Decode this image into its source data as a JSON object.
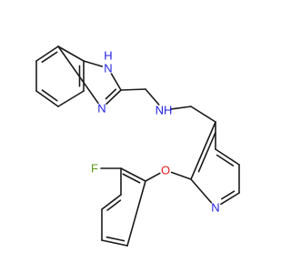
{
  "molecule": {
    "colors": {
      "bond": "#1a1a1a",
      "N": "#1f1fe0",
      "O": "#e01f1f",
      "F": "#5a9a1a",
      "C": "#1a1a1a"
    },
    "atoms": [
      {
        "id": "bzi_c4",
        "el": "C"
      },
      {
        "id": "bzi_c5",
        "el": "C"
      },
      {
        "id": "bzi_c6",
        "el": "C"
      },
      {
        "id": "bzi_c7",
        "el": "C"
      },
      {
        "id": "bzi_c7a",
        "el": "C"
      },
      {
        "id": "bzi_c3a",
        "el": "C"
      },
      {
        "id": "bzi_n1",
        "el": "N",
        "label": "N",
        "hlabel": "H"
      },
      {
        "id": "bzi_c2",
        "el": "C"
      },
      {
        "id": "bzi_n3",
        "el": "N",
        "label": "N"
      },
      {
        "id": "ch2_a",
        "el": "C"
      },
      {
        "id": "nh",
        "el": "N",
        "label": "NH"
      },
      {
        "id": "ch2_b",
        "el": "C"
      },
      {
        "id": "py_c3",
        "el": "C"
      },
      {
        "id": "py_c4",
        "el": "C"
      },
      {
        "id": "py_c5",
        "el": "C"
      },
      {
        "id": "py_c6",
        "el": "C"
      },
      {
        "id": "py_n1",
        "el": "N",
        "label": "N"
      },
      {
        "id": "py_c2",
        "el": "C"
      },
      {
        "id": "o",
        "el": "O",
        "label": "O"
      },
      {
        "id": "ph_c1",
        "el": "C"
      },
      {
        "id": "ph_c2",
        "el": "C"
      },
      {
        "id": "f",
        "el": "F",
        "label": "F"
      },
      {
        "id": "ph_c3",
        "el": "C"
      },
      {
        "id": "ph_c4",
        "el": "C"
      },
      {
        "id": "ph_c5",
        "el": "C"
      },
      {
        "id": "ph_c6",
        "el": "C"
      }
    ],
    "bonds": [
      {
        "a": "bzi_c4",
        "b": "bzi_c5",
        "order": 1
      },
      {
        "a": "bzi_c5",
        "b": "bzi_c6",
        "order": 2
      },
      {
        "a": "bzi_c6",
        "b": "bzi_c7",
        "order": 1
      },
      {
        "a": "bzi_c7",
        "b": "bzi_c7a",
        "order": 2
      },
      {
        "a": "bzi_c7a",
        "b": "bzi_c3a",
        "order": 1
      },
      {
        "a": "bzi_c3a",
        "b": "bzi_c4",
        "order": 2
      },
      {
        "a": "bzi_c7a",
        "b": "bzi_n1",
        "order": 1
      },
      {
        "a": "bzi_n1",
        "b": "bzi_c2",
        "order": 1
      },
      {
        "a": "bzi_c2",
        "b": "bzi_n3",
        "order": 2
      },
      {
        "a": "bzi_n3",
        "b": "bzi_c3a",
        "order": 1
      },
      {
        "a": "bzi_c2",
        "b": "ch2_a",
        "order": 1
      },
      {
        "a": "ch2_a",
        "b": "nh",
        "order": 1
      },
      {
        "a": "nh",
        "b": "ch2_b",
        "order": 1
      },
      {
        "a": "ch2_b",
        "b": "py_c3",
        "order": 1
      },
      {
        "a": "py_c3",
        "b": "py_c4",
        "order": 1
      },
      {
        "a": "py_c4",
        "b": "py_c5",
        "order": 2
      },
      {
        "a": "py_c5",
        "b": "py_c6",
        "order": 1
      },
      {
        "a": "py_c6",
        "b": "py_n1",
        "order": 2
      },
      {
        "a": "py_n1",
        "b": "py_c2",
        "order": 1
      },
      {
        "a": "py_c2",
        "b": "py_c3",
        "order": 2
      },
      {
        "a": "py_c2",
        "b": "o",
        "order": 1
      },
      {
        "a": "o",
        "b": "ph_c1",
        "order": 1
      },
      {
        "a": "ph_c1",
        "b": "ph_c2",
        "order": 2
      },
      {
        "a": "ph_c2",
        "b": "f",
        "order": 1
      },
      {
        "a": "ph_c2",
        "b": "ph_c3",
        "order": 1
      },
      {
        "a": "ph_c3",
        "b": "ph_c4",
        "order": 2
      },
      {
        "a": "ph_c4",
        "b": "ph_c5",
        "order": 1
      },
      {
        "a": "ph_c5",
        "b": "ph_c6",
        "order": 2
      },
      {
        "a": "ph_c6",
        "b": "ph_c1",
        "order": 1
      }
    ]
  }
}
